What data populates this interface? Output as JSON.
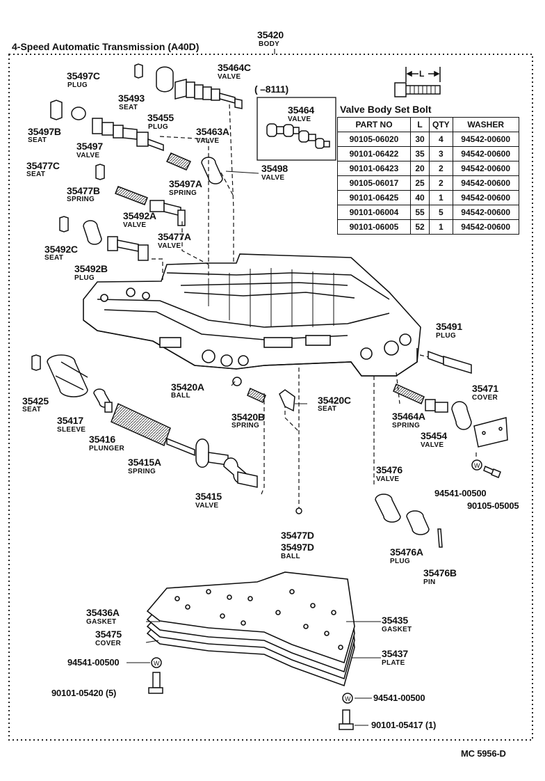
{
  "title": "4-Speed Automatic Transmission (A40D)",
  "body": {
    "number": "35420",
    "name": "BODY"
  },
  "footer": "MC  5956-D",
  "range_note": "(    –8111)",
  "dim_label": "L",
  "table": {
    "title": "Valve Body Set Bolt",
    "headers": [
      "PART NO",
      "L",
      "QTY",
      "WASHER"
    ],
    "rows": [
      [
        "90105-06020",
        "30",
        "4",
        "94542-00600"
      ],
      [
        "90101-06422",
        "35",
        "3",
        "94542-00600"
      ],
      [
        "90101-06423",
        "20",
        "2",
        "94542-00600"
      ],
      [
        "90105-06017",
        "25",
        "2",
        "94542-00600"
      ],
      [
        "90101-06425",
        "40",
        "1",
        "94542-00600"
      ],
      [
        "90101-06004",
        "55",
        "5",
        "94542-00600"
      ],
      [
        "90101-06005",
        "52",
        "1",
        "94542-00600"
      ]
    ]
  },
  "labels": {
    "l35497c": {
      "num": "35497C",
      "name": "PLUG"
    },
    "l35493": {
      "num": "35493",
      "name": "SEAT"
    },
    "l35455": {
      "num": "35455",
      "name": "PLUG"
    },
    "l35464c": {
      "num": "35464C",
      "name": "VALVE"
    },
    "l35463a": {
      "num": "35463A",
      "name": "VALVE"
    },
    "l35464": {
      "num": "35464",
      "name": "VALVE"
    },
    "l35497b": {
      "num": "35497B",
      "name": "SEAT"
    },
    "l35497": {
      "num": "35497",
      "name": "VALVE"
    },
    "l35477c": {
      "num": "35477C",
      "name": "SEAT"
    },
    "l35497a": {
      "num": "35497A",
      "name": "SPRING"
    },
    "l35498": {
      "num": "35498",
      "name": "VALVE"
    },
    "l35477b": {
      "num": "35477B",
      "name": "SPRING"
    },
    "l35492a": {
      "num": "35492A",
      "name": "VALVE"
    },
    "l35477a": {
      "num": "35477A",
      "name": "VALVE"
    },
    "l35492c": {
      "num": "35492C",
      "name": "SEAT"
    },
    "l35492b": {
      "num": "35492B",
      "name": "PLUG"
    },
    "l35491": {
      "num": "35491",
      "name": "PLUG"
    },
    "l35471": {
      "num": "35471",
      "name": "COVER"
    },
    "l35420a": {
      "num": "35420A",
      "name": "BALL"
    },
    "l35420c": {
      "num": "35420C",
      "name": "SEAT"
    },
    "l35420b": {
      "num": "35420B",
      "name": "SPRING"
    },
    "l35425": {
      "num": "35425",
      "name": "SEAT"
    },
    "l35417": {
      "num": "35417",
      "name": "SLEEVE"
    },
    "l35416": {
      "num": "35416",
      "name": "PLUNGER"
    },
    "l35415a": {
      "num": "35415A",
      "name": "SPRING"
    },
    "l35464a": {
      "num": "35464A",
      "name": "SPRING"
    },
    "l35454": {
      "num": "35454",
      "name": "VALVE"
    },
    "l35415": {
      "num": "35415",
      "name": "VALVE"
    },
    "l35476": {
      "num": "35476",
      "name": "VALVE"
    },
    "l35476a": {
      "num": "35476A",
      "name": "PLUG"
    },
    "l35476b": {
      "num": "35476B",
      "name": "PIN"
    },
    "l35477d": {
      "num": "35477D",
      "num2": "35497D",
      "name": "BALL"
    },
    "l35436a": {
      "num": "35436A",
      "name": "GASKET"
    },
    "l35475": {
      "num": "35475",
      "name": "COVER"
    },
    "l35435": {
      "num": "35435",
      "name": "GASKET"
    },
    "l35437": {
      "num": "35437",
      "name": "PLATE"
    }
  },
  "part_numbers": {
    "washer_cover": "94541-00500",
    "bolt_cover": "90105-05005",
    "washer_left": "94541-00500",
    "bolt_left": "90101-05420 (5)",
    "washer_right": "94541-00500",
    "bolt_right": "90101-05417 (1)"
  }
}
